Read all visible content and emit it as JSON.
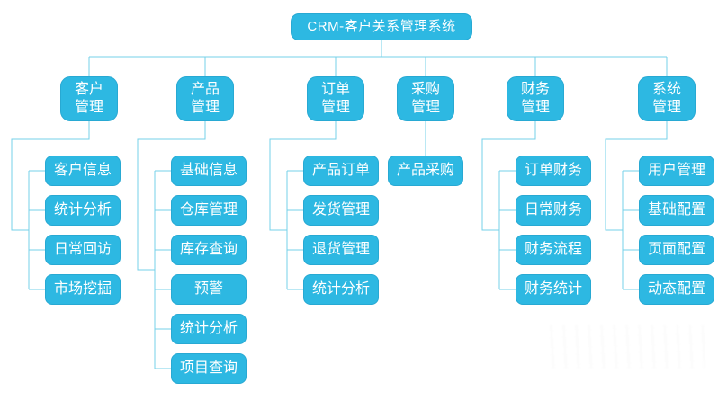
{
  "diagram": {
    "type": "org-chart",
    "root": {
      "label": "CRM-客户关系管理系统"
    },
    "colors": {
      "node_fill": "#2db8e2",
      "node_edge": "#28a9d3",
      "connector_line": "#76d0e8",
      "node_text": "#ffffff",
      "canvas_bg": "#ffffff"
    },
    "groups": [
      {
        "label": "客户管理",
        "lines": [
          "客户",
          "管理"
        ],
        "children": [
          "客户信息",
          "统计分析",
          "日常回访",
          "市场挖掘"
        ]
      },
      {
        "label": "产品管理",
        "lines": [
          "产品",
          "管理"
        ],
        "children": [
          "基础信息",
          "仓库管理",
          "库存查询",
          "预警",
          "统计分析",
          "项目查询"
        ]
      },
      {
        "label": "订单管理",
        "lines": [
          "订单",
          "管理"
        ],
        "children": [
          "产品订单",
          "发货管理",
          "退货管理",
          "统计分析"
        ]
      },
      {
        "label": "采购管理",
        "lines": [
          "采购",
          "管理"
        ],
        "children": [
          "产品采购"
        ]
      },
      {
        "label": "财务管理",
        "lines": [
          "财务",
          "管理"
        ],
        "children": [
          "订单财务",
          "日常财务",
          "财务流程",
          "财务统计"
        ]
      },
      {
        "label": "系统管理",
        "lines": [
          "系统",
          "管理"
        ],
        "children": [
          "用户管理",
          "基础配置",
          "页面配置",
          "动态配置"
        ]
      }
    ]
  }
}
